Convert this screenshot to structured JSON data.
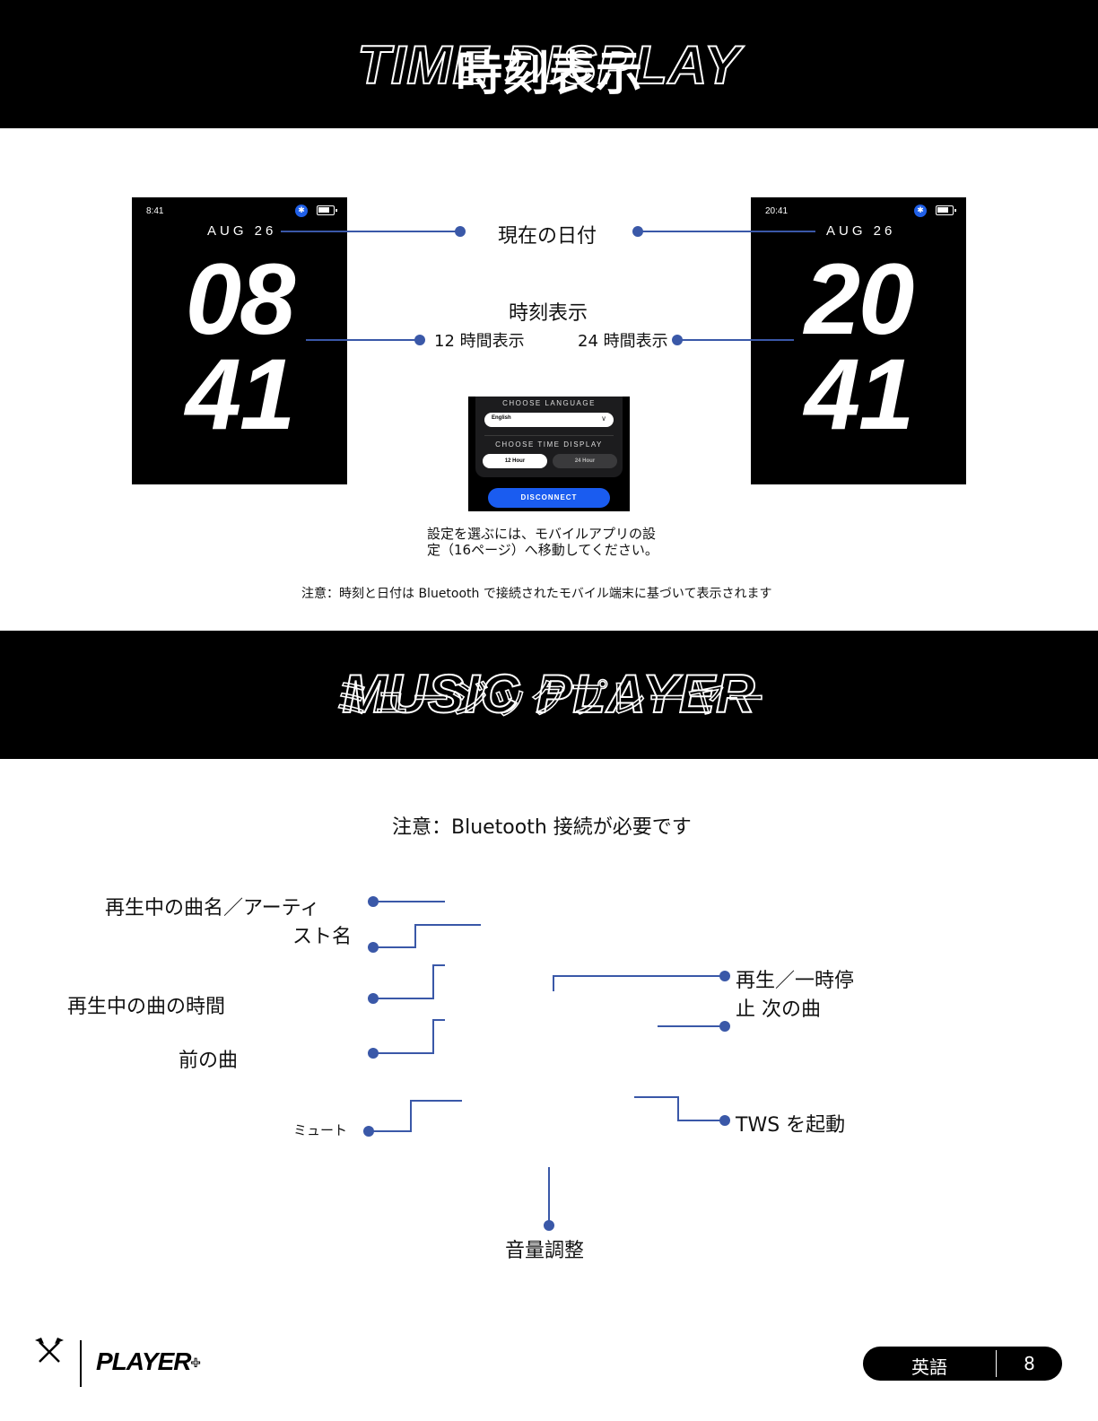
{
  "sections": {
    "time_display": {
      "title_en": "TIME DISPLAY",
      "title_ja": "時刻表示"
    },
    "music_player": {
      "title_en": "MUSIC PLAYER",
      "title_ja": "ミュージックプレーヤー"
    }
  },
  "phones": {
    "left": {
      "status_time": "8:41",
      "date": "AUG 26",
      "hours": "08",
      "minutes": "41"
    },
    "right": {
      "status_time": "20:41",
      "date": "AUG 26",
      "hours": "20",
      "minutes": "41"
    }
  },
  "time_labels": {
    "current_date": "現在の日付",
    "time_display": "時刻表示",
    "hour12": "12 時間表示",
    "hour24": "24 時間表示"
  },
  "settings_screen": {
    "choose_language": "CHOOSE LANGUAGE",
    "language_value": "English",
    "choose_time_display": "CHOOSE TIME DISPLAY",
    "option_12": "12 Hour",
    "option_24": "24 Hour",
    "disconnect": "DISCONNECT"
  },
  "settings_note_line1": "設定を選ぶには、モバイルアプリの設",
  "settings_note_line2": "定（16ページ）へ移動してください。",
  "time_note": "注意：時刻と日付は Bluetooth で接続されたモバイル端末に基づいて表示されます",
  "music": {
    "note": "注意：Bluetooth 接続が必要です",
    "labels": {
      "track_artist_line1": "再生中の曲名／アーティ",
      "track_artist_line2": "スト名",
      "track_time": "再生中の曲の時間",
      "previous": "前の曲",
      "mute": "ミュート",
      "play_pause_line1": "再生／一時停",
      "play_pause_line2": "止 次の曲",
      "tws": "TWS を起動",
      "volume": "音量調整"
    }
  },
  "footer": {
    "brand": "PLAYER",
    "brand_plus": "+",
    "language": "英語",
    "page_number": "8"
  },
  "colors": {
    "accent_line": "#3a58a8",
    "bluetooth_blue": "#2060e8",
    "disconnect_blue": "#1a5cf0"
  }
}
